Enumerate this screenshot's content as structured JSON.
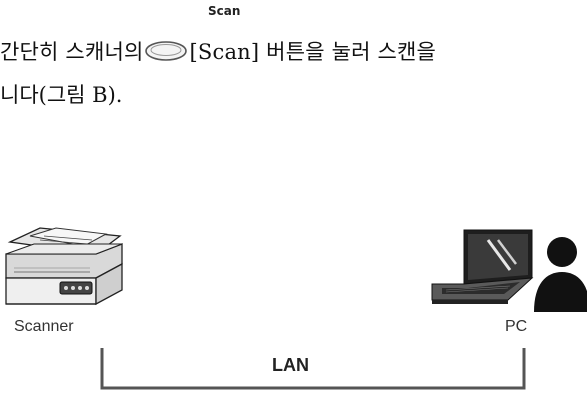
{
  "scan_button_caption": "Scan",
  "paragraph": {
    "line1_before": "간단히 스캐너의",
    "line1_after": " [Scan] 버튼을 눌러 스캔을",
    "line2": "니다(그림 B)."
  },
  "icons": {
    "scan_button": "scan-button-icon",
    "scanner": "scanner-icon",
    "laptop": "laptop-icon",
    "person": "person-icon"
  },
  "diagram": {
    "scanner_label": "Scanner",
    "pc_label": "PC",
    "network_label": "LAN"
  }
}
